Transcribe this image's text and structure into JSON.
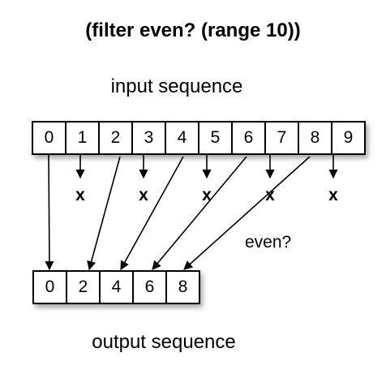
{
  "title": "(filter even? (range 10))",
  "input_label": "input sequence",
  "output_label": "output sequence",
  "predicate_label": "even?",
  "input_values": [
    "0",
    "1",
    "2",
    "3",
    "4",
    "5",
    "6",
    "7",
    "8",
    "9"
  ],
  "output_values": [
    "0",
    "2",
    "4",
    "6",
    "8"
  ],
  "rejected_mark": "x",
  "rejected_values": [
    "1",
    "3",
    "5",
    "7",
    "9"
  ],
  "colors": {
    "stroke": "#000000",
    "background": "#ffffff"
  }
}
